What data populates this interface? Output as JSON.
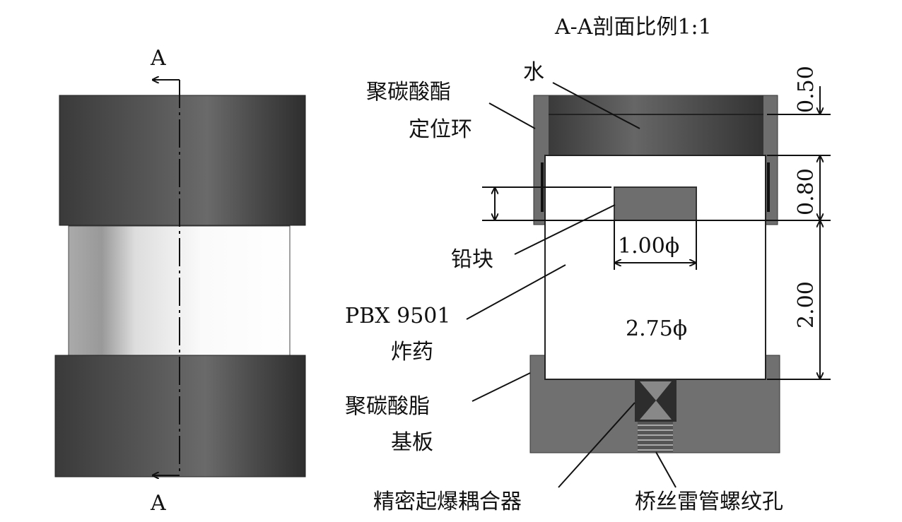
{
  "title": "A-A剖面比例1:1",
  "section_marks": {
    "top": "A",
    "bottom": "A"
  },
  "labels": {
    "ring_line1": "聚碳酸酯",
    "ring_line2": "定位环",
    "water": "水",
    "lead": "铅块",
    "explosive_line1": "PBX 9501",
    "explosive_line2": "炸药",
    "base_line1": "聚碳酸脂",
    "base_line2": "基板",
    "coupler": "精密起爆耦合器",
    "thread_hole": "桥丝雷管螺纹孔"
  },
  "dimensions": {
    "water_height": "0.50",
    "lead_gap": "0.80",
    "explosive_height": "2.00",
    "lead_diameter": "1.00ϕ",
    "explosive_diameter": "2.75ϕ"
  }
}
